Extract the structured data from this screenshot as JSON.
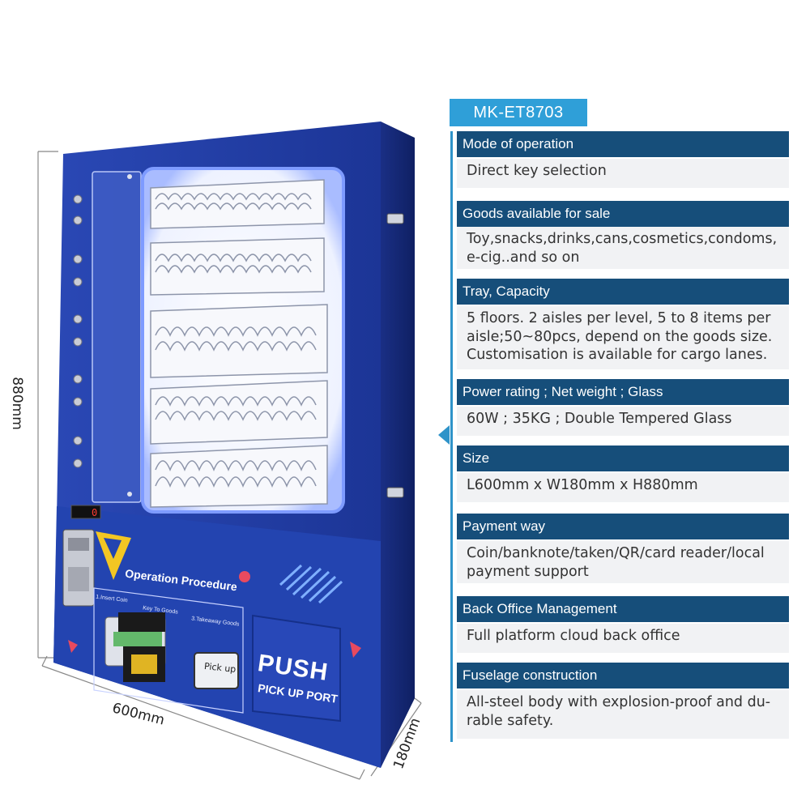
{
  "dimensions": {
    "height": "880mm",
    "width": "600mm",
    "depth": "180mm"
  },
  "machine": {
    "procedure_title": "Operation Procedure",
    "step_1": "1.Insert Coin",
    "step_2": "Key To Goods",
    "step_3": "3.Takeaway Goods",
    "pickup_label": "Pick up",
    "push_label": "PUSH",
    "pickup_port_label": "PICK UP PORT",
    "colors": {
      "body": "#1f3a9e",
      "body_dark": "#142a7a",
      "glow": "#9fb8ff",
      "accent_yellow": "#f3c623",
      "accent_red": "#e84a5f"
    }
  },
  "spec": {
    "model": "MK-ET8703",
    "colors": {
      "tag": "#2f9fd8",
      "header": "#164e7a",
      "row": "#f1f2f4"
    },
    "rows": [
      {
        "title": "Mode of operation",
        "lines": [
          "Direct key selection"
        ]
      },
      {
        "title": "Goods available for sale",
        "lines": [
          "Toy,snacks,drinks,cans,cosmetics,condoms,",
          "e-cig..and so on"
        ]
      },
      {
        "title": "Tray, Capacity",
        "lines": [
          "5 floors. 2 aisles per level, 5 to 8 items per",
          "aisle;50~80pcs, depend on the goods size.",
          "Customisation is available for cargo lanes."
        ]
      },
      {
        "title": "Power rating ; Net weight ; Glass",
        "lines": [
          "60W ; 35KG ; Double Tempered Glass"
        ]
      },
      {
        "title": "Size",
        "lines": [
          "L600mm x W180mm x H880mm"
        ]
      },
      {
        "title": "Payment way",
        "lines": [
          "Coin/banknote/taken/QR/card reader/local",
          "payment support"
        ]
      },
      {
        "title": "Back Office Management",
        "lines": [
          "Full platform cloud back office"
        ]
      },
      {
        "title": "Fuselage construction",
        "lines": [
          "All-steel body with explosion-proof and du-",
          "rable safety."
        ]
      }
    ]
  }
}
